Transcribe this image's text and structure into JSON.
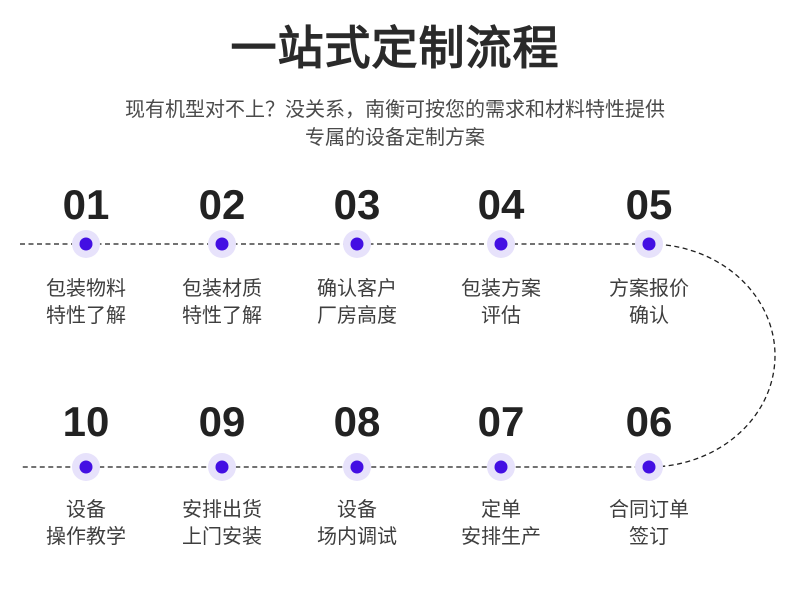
{
  "title": "一站式定制流程",
  "subtitle": {
    "line1": "现有机型对不上？没关系，南衡可按您的需求和材料特性提供",
    "line2": "专属的设备定制方案"
  },
  "colors": {
    "dot": "#430fe3",
    "dot_halo": "#e7e2fb",
    "line": "#1f1f1f"
  },
  "top_steps": [
    {
      "number": "01",
      "label_line1": "包装物料",
      "label_line2": "特性了解"
    },
    {
      "number": "02",
      "label_line1": "包装材质",
      "label_line2": "特性了解"
    },
    {
      "number": "03",
      "label_line1": "确认客户",
      "label_line2": "厂房高度"
    },
    {
      "number": "04",
      "label_line1": "包装方案",
      "label_line2": "评估"
    },
    {
      "number": "05",
      "label_line1": "方案报价",
      "label_line2": "确认"
    }
  ],
  "bottom_steps": [
    {
      "number": "10",
      "label_line1": "设备",
      "label_line2": "操作教学"
    },
    {
      "number": "09",
      "label_line1": "安排出货",
      "label_line2": "上门安装"
    },
    {
      "number": "08",
      "label_line1": "设备",
      "label_line2": "场内调试"
    },
    {
      "number": "07",
      "label_line1": "定单",
      "label_line2": "安排生产"
    },
    {
      "number": "06",
      "label_line1": "合同订单",
      "label_line2": "签订"
    }
  ]
}
